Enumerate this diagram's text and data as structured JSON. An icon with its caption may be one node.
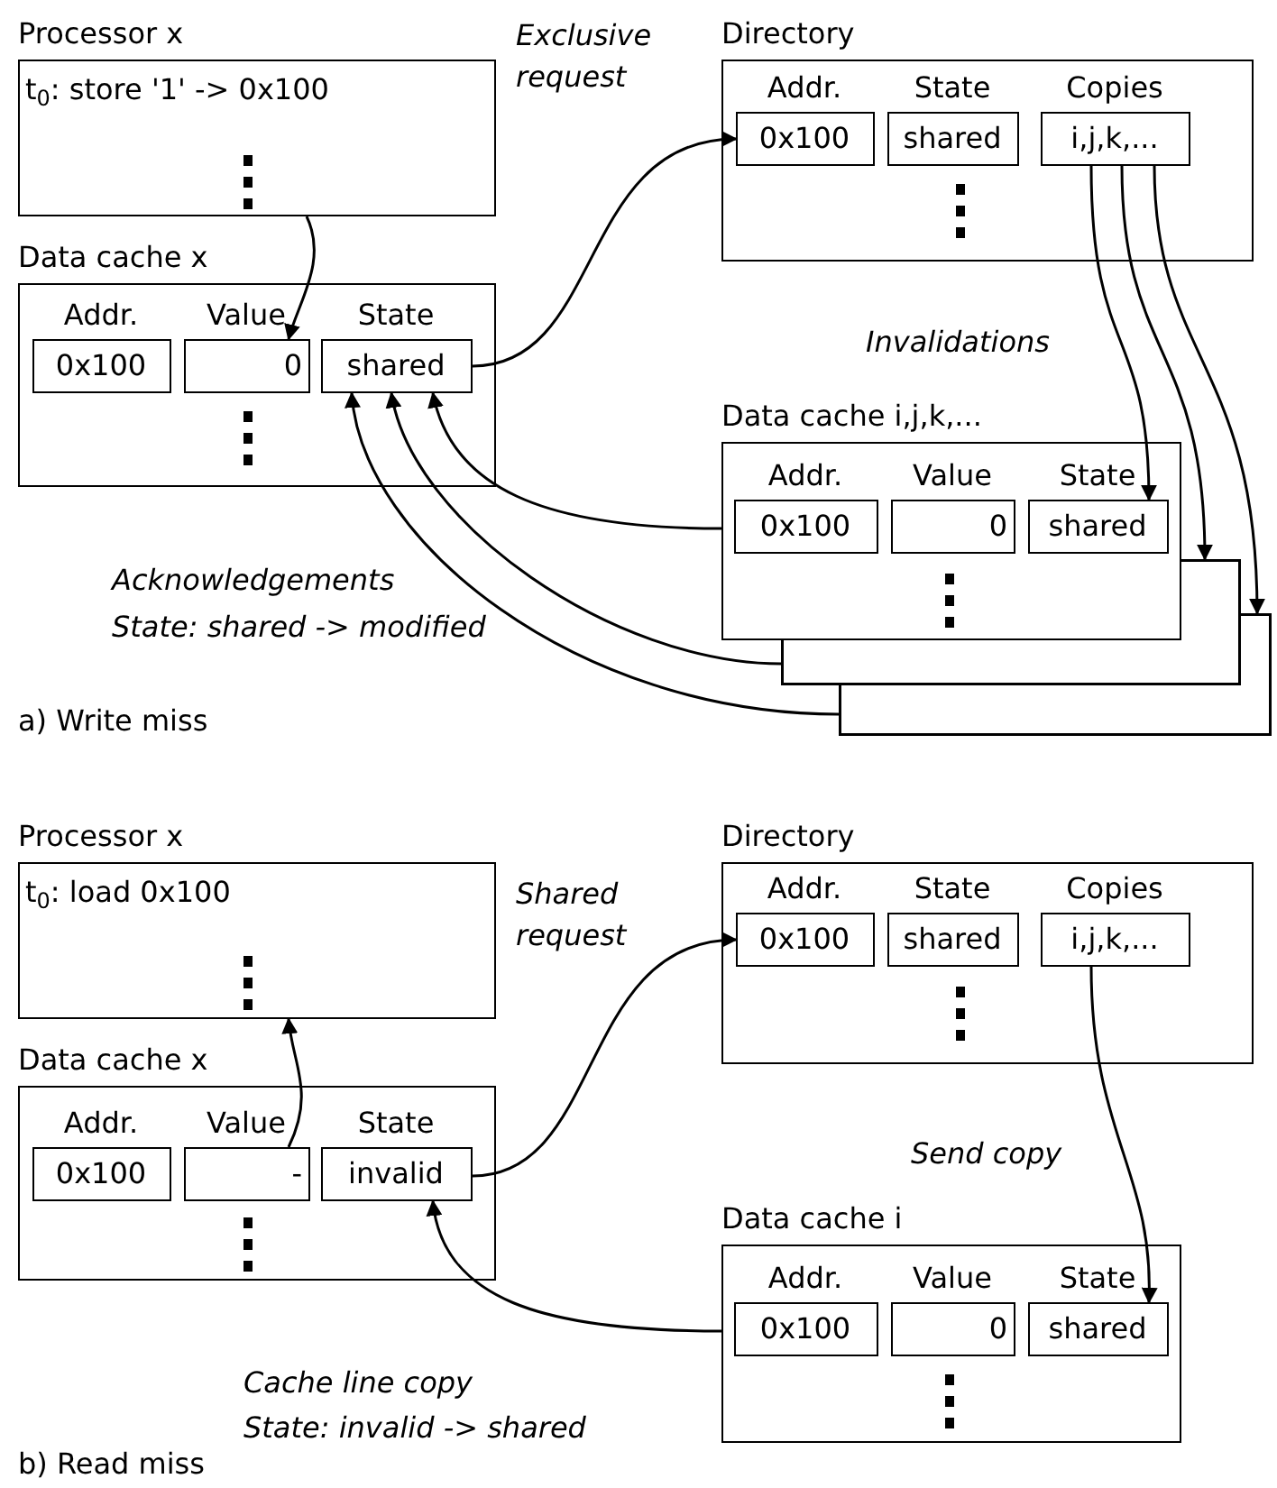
{
  "diagram": {
    "nodes": [
      {
        "text": [
          "Processor x",
          "t$_{0}$: store '1' -> 0x100"
        ]
      },
      {
        "text": [
          "Data cache x",
          "Addr.",
          "Value",
          "State"
        ]
      },
      {
        "text": [
          "0x100"
        ],
        "in": 1
      },
      {
        "text": [
          "0"
        ],
        "in": 1
      },
      {
        "text": [
          "shared"
        ],
        "in": 1
      },
      {
        "text": [
          "Directory",
          "Addr.",
          "State",
          "Copies"
        ]
      },
      {
        "text": [
          "0x100"
        ],
        "in": 5
      },
      {
        "text": [
          "shared"
        ],
        "in": 5
      },
      {
        "text": [
          "i,j,k,..."
        ],
        "in": 5
      },
      {
        "text": [
          "Data cache i,j,k,...",
          "Addr.",
          "Value",
          "State"
        ]
      },
      {
        "text": [
          "0x100"
        ],
        "in": 9
      },
      {
        "text": [
          "0"
        ],
        "in": 9
      },
      {
        "text": [
          "shared"
        ],
        "in": 9
      },
      {
        "text": [],
        "shape": "box"
      },
      {
        "text": [],
        "shape": "box"
      },
      {
        "text": [
          "Processor x",
          "t$_{0}$: load 0x100"
        ]
      },
      {
        "text": [
          "Data cache x",
          "Addr.",
          "Value",
          "State"
        ]
      },
      {
        "text": [
          "0x100"
        ],
        "in": 16
      },
      {
        "text": [
          "-"
        ],
        "in": 16
      },
      {
        "text": [
          "invalid"
        ],
        "in": 16
      },
      {
        "text": [
          "Directory",
          "Addr.",
          "State",
          "Copies"
        ]
      },
      {
        "text": [
          "0x100"
        ],
        "in": 20
      },
      {
        "text": [
          "shared"
        ],
        "in": 20
      },
      {
        "text": [
          "i,j,k,..."
        ],
        "in": 20
      },
      {
        "text": [
          "Data cache i",
          "Addr.",
          "Value",
          "State"
        ]
      },
      {
        "text": [
          "0x100"
        ],
        "in": 24
      },
      {
        "text": [
          "0"
        ],
        "in": 24
      },
      {
        "text": [
          "shared"
        ],
        "in": 24
      }
    ],
    "edges": [
      {
        "from": 0,
        "to": 3,
        "arrow": "to"
      },
      {
        "from": 4,
        "to": 6,
        "arrow": "to",
        "label": "Exclusive request"
      },
      {
        "from": 8,
        "to": 12,
        "arrow": "to"
      },
      {
        "from": 8,
        "to": 13,
        "arrow": "to"
      },
      {
        "from": 8,
        "to": 14,
        "arrow": "to"
      },
      {
        "from": 9,
        "to": 4,
        "arrow": "to"
      },
      {
        "from": 13,
        "to": 4,
        "arrow": "to"
      },
      {
        "from": 14,
        "to": 4,
        "arrow": "to"
      },
      {
        "from": 18,
        "to": 15,
        "arrow": "to"
      },
      {
        "from": 19,
        "to": 21,
        "arrow": "to",
        "label": "Shared request"
      },
      {
        "from": 23,
        "to": 27,
        "arrow": "to",
        "label": "Send copy"
      },
      {
        "from": 24,
        "to": 19,
        "arrow": "to"
      }
    ],
    "labels": [
      "Invalidations",
      "Acknowledgements",
      "State: shared -> modified",
      "a) Write miss",
      "Cache line copy",
      "State: invalid -> shared",
      "b) Read miss"
    ]
  }
}
